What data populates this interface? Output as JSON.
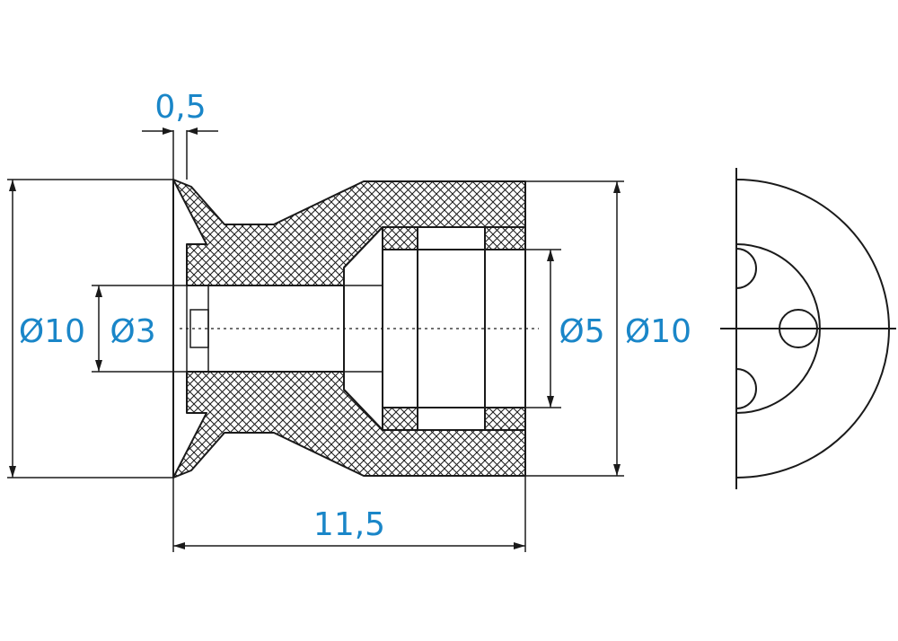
{
  "dimensions": {
    "flange_thickness": "0,5",
    "outer_diameter_left": "Ø10",
    "bore_diameter": "Ø3",
    "inner_diameter": "Ø5",
    "outer_diameter_right": "Ø10",
    "overall_length": "11,5"
  },
  "colors": {
    "dimension_text": "#1a86c8",
    "line": "#1a1a1a",
    "hatch": "#1a1a1a",
    "background": "#ffffff"
  }
}
